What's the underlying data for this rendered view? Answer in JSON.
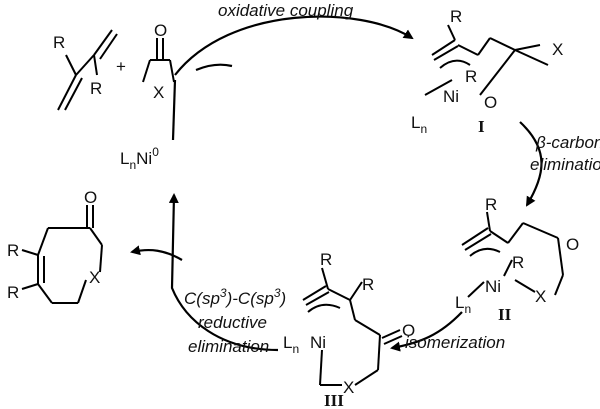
{
  "steps": {
    "oxidative_coupling": "oxidative coupling",
    "beta_elim_1": "β-carbon",
    "beta_elim_2": "elimination",
    "isomerization": "isomerization",
    "red_elim_1": "C(sp",
    "red_elim_sup1": "3",
    "red_elim_mid": ")-C(sp",
    "red_elim_sup2": "3",
    "red_elim_end": ")",
    "red_elim_2": "reductive",
    "red_elim_3": "elimination"
  },
  "catalyst": {
    "base": "L",
    "sub": "n",
    "metal": "Ni",
    "sup": "0"
  },
  "reactants": {
    "plus": "+",
    "R": "R",
    "O": "O",
    "X": "X"
  },
  "intermediates": {
    "I": {
      "numeral": "I",
      "R": "R",
      "Ni": "Ni",
      "O": "O",
      "X": "X",
      "L": "L",
      "n": "n"
    },
    "II": {
      "numeral": "II",
      "R": "R",
      "Ni": "Ni",
      "O": "O",
      "X": "X",
      "L": "L",
      "n": "n"
    },
    "III": {
      "numeral": "III",
      "R": "R",
      "Ni": "Ni",
      "O": "O",
      "X": "X",
      "L": "L",
      "n": "n"
    }
  },
  "product": {
    "R": "R",
    "O": "O",
    "X": "X"
  }
}
